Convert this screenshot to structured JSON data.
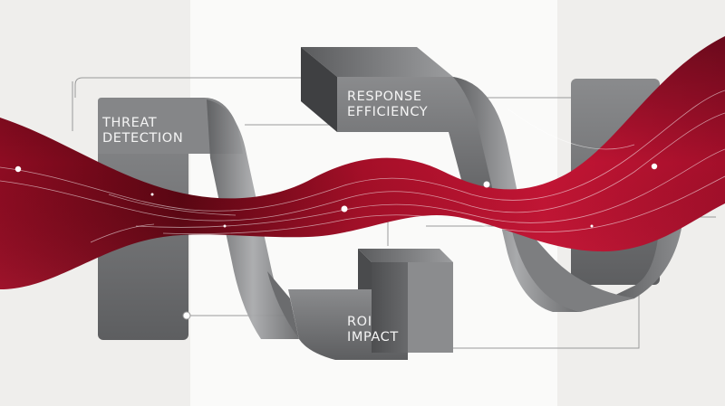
{
  "labels": {
    "threat_detection": {
      "line1": "THREAT",
      "line2": "DETECTION"
    },
    "response_efficiency": {
      "line1": "RESPONSE",
      "line2": "EFFICIENCY"
    },
    "roi_impact": {
      "line1": "ROI",
      "line2": "IMPACT"
    }
  },
  "colors": {
    "background": "#f2f1ef",
    "center_panel": "#fafaf9",
    "block_gray": "#6f7072",
    "ribbon_red": "#b3102b",
    "ribbon_dark": "#4a0410",
    "connector": "#9a9a9a"
  }
}
